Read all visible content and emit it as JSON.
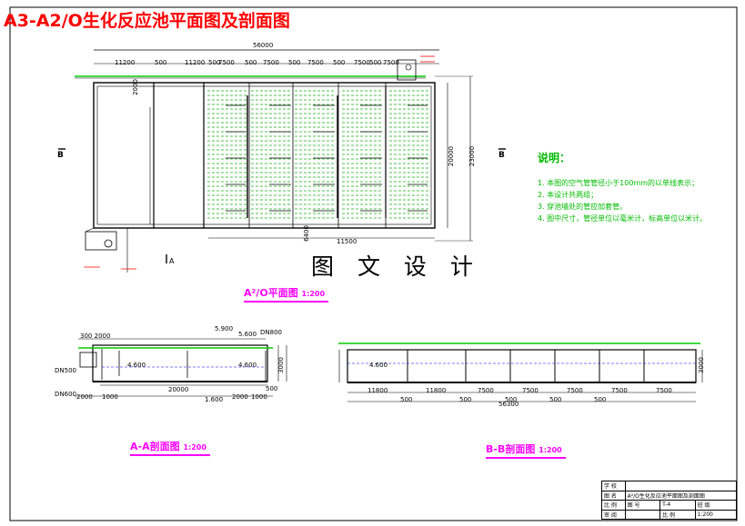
{
  "drawing_title": "A3-A2/O生化反应池平面图及剖面图",
  "watermark": "图 文 设 计",
  "plan": {
    "caption": "A²/O平面图",
    "scale": "1:200",
    "overall_width": "56000",
    "top_dims": [
      "11200",
      "500",
      "11200",
      "500",
      "7500",
      "500",
      "7500",
      "500",
      "7500",
      "500",
      "7500",
      "500",
      "7500"
    ],
    "depth_total": "20000",
    "depth_outer": "23000",
    "wall_offset": "2000",
    "bottom_dim": "11500",
    "small_dim": "6400",
    "section_mark_b": "B",
    "section_mark_a": "A"
  },
  "notes": {
    "heading": "说明：",
    "items": [
      "1. 本图的空气管管径小于100mm的以单线表示；",
      "2. 本设计共两组；",
      "3. 穿池墙处的管应加套管。",
      "4. 图中尺寸，管径单位以毫米计，标高单位以米计。"
    ]
  },
  "section_a": {
    "caption": "A-A剖面图",
    "scale": "1:200",
    "labels": [
      "300",
      "2000",
      "5.900",
      "5.600",
      "DN800",
      "4.600",
      "1.600",
      "20000",
      "2000",
      "1000",
      "3000",
      "500",
      "DN500",
      "DN600",
      "500"
    ],
    "bottom_dims": [
      "2000",
      "1000",
      "20000",
      "2000",
      "1000"
    ],
    "elev_top": "5.900",
    "elev_water": "4.600",
    "elev_bottom": "1.600"
  },
  "section_b": {
    "caption": "B-B剖面图",
    "scale": "1:200",
    "bottom_dims": [
      "11800",
      "11800",
      "7500",
      "7500",
      "7500",
      "7500",
      "7500"
    ],
    "sub_dims": [
      "500",
      "500",
      "500",
      "500",
      "500"
    ],
    "total": "56300",
    "height": "3000",
    "elev": "4.600"
  },
  "title_block": {
    "rows": [
      [
        "学 校",
        "",
        "",
        ""
      ],
      [
        "图 名",
        "A²/O生化反应池平面图及剖面图",
        "",
        ""
      ],
      [
        "比 例",
        "图 号",
        "T-4",
        "班 级"
      ],
      [
        "审 阅",
        "",
        "比 例",
        "1:200"
      ]
    ]
  },
  "colors": {
    "title": "#ff0000",
    "pipe_green": "#00cc00",
    "caption": "#ff00ff",
    "structure": "#000000",
    "air_grid": "#00aa00"
  }
}
